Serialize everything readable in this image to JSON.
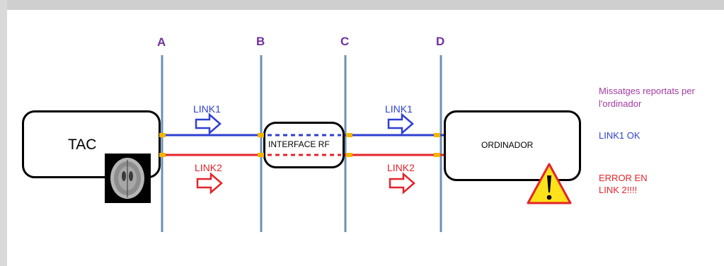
{
  "colors": {
    "marker": "#7030a0",
    "link1": "#2f3fd0",
    "link2": "#e3242b",
    "axis": "#6f8fb5",
    "connector": "#f4b400",
    "message_title": "#a33ba3",
    "ok": "#2f3fd0",
    "error": "#e3242b",
    "warning_fill": "#ffe21a",
    "warning_border": "#e3242b"
  },
  "markers": [
    "A",
    "B",
    "C",
    "D"
  ],
  "nodes": {
    "tac": "TAC",
    "interface": "INTERFACE RF",
    "computer": "ORDINADOR"
  },
  "links": {
    "link1_left": "LINK1",
    "link1_right": "LINK1",
    "link2_left": "LINK2",
    "link2_right": "LINK2"
  },
  "messages": {
    "title_line1": "Missatges reportats per",
    "title_line2": "l'ordinador",
    "ok": "LINK1 OK",
    "error_line1": "ERROR EN",
    "error_line2": "LINK 2!!!!"
  },
  "icons": {
    "scan": "brain-ct-scan-image",
    "warning": "warning-icon",
    "arrow": "hollow-right-arrow-icon"
  }
}
